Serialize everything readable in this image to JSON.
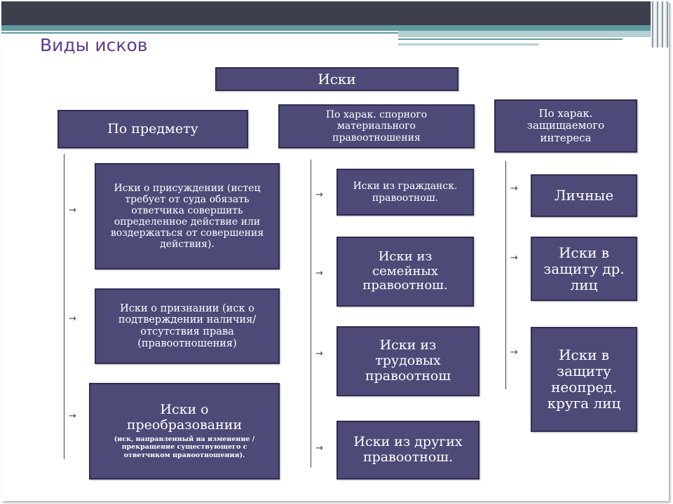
{
  "title": "Виды исков",
  "root": "Иски",
  "columns": [
    {
      "header": "По предмету",
      "items": [
        "Иски о присуждении (истец требует от суда обязать ответчика совершить определенное действие или воздержаться от совершения действия).",
        "Иски о признании (иск о подтверждении наличия/отсутствия права (правоотношения)",
        "Иски о преобразовании"
      ],
      "item3_note": "(иск, направленный на изменение / прекращение существующего с ответчиком правоотношения)."
    },
    {
      "header": "По харак. спорного материального правоотношения",
      "items": [
        "Иски из гражданск. правоотнош.",
        "Иски из семейных правоотнош.",
        "Иски из трудовых правоотнош",
        "Иски из других правоотнош."
      ]
    },
    {
      "header": "По харак. защищаемого интереса",
      "items": [
        "Личные",
        "Иски в защиту др. лиц",
        "Иски в защиту неопред. круга лиц"
      ]
    }
  ],
  "colors": {
    "box_fill": "#4d4a78",
    "box_border": "#2f2d52",
    "title": "#5d3b8f",
    "header_dark": "#3d3f4c",
    "header_teal": "#5f9aa0"
  },
  "icons": {
    "connector": "right-arrow-icon"
  },
  "arrow_glyph": "→"
}
